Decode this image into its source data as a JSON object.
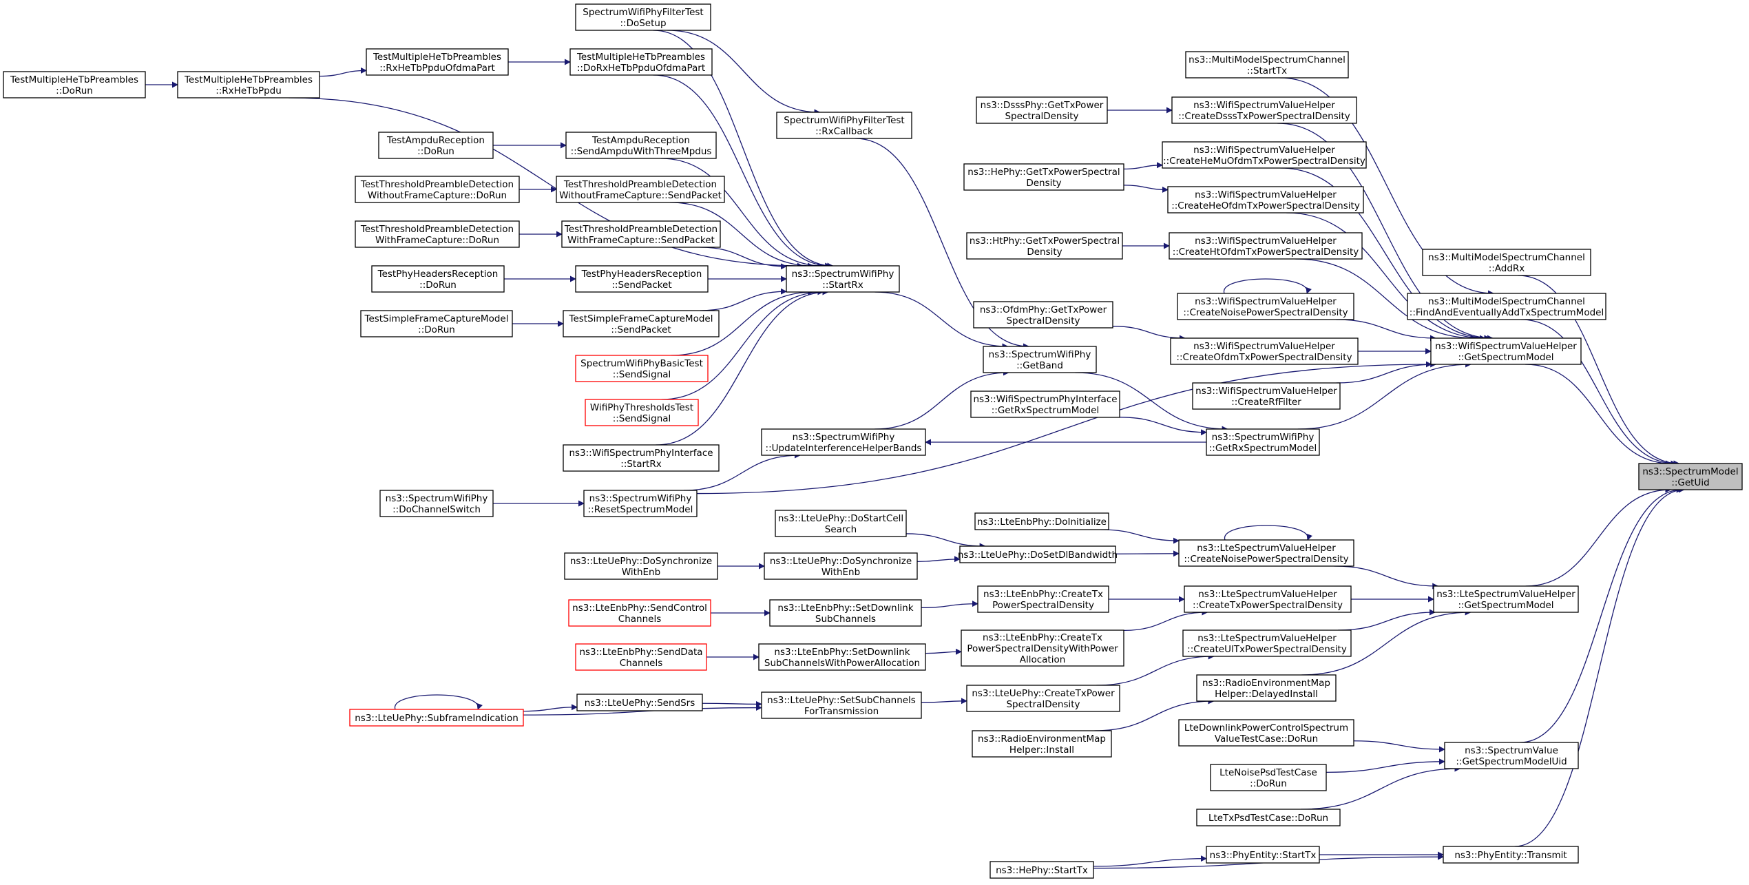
{
  "graph": {
    "nodes": {
      "n01": {
        "lines": [
          "TestMultipleHeTbPreambles",
          "::DoRun"
        ],
        "style": "normal"
      },
      "n02": {
        "lines": [
          "TestMultipleHeTbPreambles",
          "::RxHeTbPpdu"
        ],
        "style": "normal"
      },
      "n03": {
        "lines": [
          "TestMultipleHeTbPreambles",
          "::RxHeTbPpduOfdmaPart"
        ],
        "style": "normal"
      },
      "n04": {
        "lines": [
          "SpectrumWifiPhyFilterTest",
          "::DoSetup"
        ],
        "style": "normal"
      },
      "n05": {
        "lines": [
          "TestMultipleHeTbPreambles",
          "::DoRxHeTbPpduOfdmaPart"
        ],
        "style": "normal"
      },
      "n06": {
        "lines": [
          "SpectrumWifiPhyFilterTest",
          "::RxCallback"
        ],
        "style": "normal"
      },
      "n07": {
        "lines": [
          "TestAmpduReception",
          "::DoRun"
        ],
        "style": "normal"
      },
      "n08": {
        "lines": [
          "TestAmpduReception",
          "::SendAmpduWithThreeMpdus"
        ],
        "style": "normal"
      },
      "n09": {
        "lines": [
          "TestThresholdPreambleDetection",
          "WithoutFrameCapture::DoRun"
        ],
        "style": "normal"
      },
      "n10": {
        "lines": [
          "TestThresholdPreambleDetection",
          "WithoutFrameCapture::SendPacket"
        ],
        "style": "normal"
      },
      "n11": {
        "lines": [
          "TestThresholdPreambleDetection",
          "WithFrameCapture::DoRun"
        ],
        "style": "normal"
      },
      "n12": {
        "lines": [
          "TestThresholdPreambleDetection",
          "WithFrameCapture::SendPacket"
        ],
        "style": "normal"
      },
      "n13": {
        "lines": [
          "TestPhyHeadersReception",
          "::DoRun"
        ],
        "style": "normal"
      },
      "n14": {
        "lines": [
          "TestPhyHeadersReception",
          "::SendPacket"
        ],
        "style": "normal"
      },
      "n15": {
        "lines": [
          "ns3::SpectrumWifiPhy",
          "::StartRx"
        ],
        "style": "normal"
      },
      "n16": {
        "lines": [
          "TestSimpleFrameCaptureModel",
          "::DoRun"
        ],
        "style": "normal"
      },
      "n17": {
        "lines": [
          "TestSimpleFrameCaptureModel",
          "::SendPacket"
        ],
        "style": "normal"
      },
      "n18": {
        "lines": [
          "SpectrumWifiPhyBasicTest",
          "::SendSignal"
        ],
        "style": "red"
      },
      "n19": {
        "lines": [
          "WifiPhyThresholdsTest",
          "::SendSignal"
        ],
        "style": "red"
      },
      "n20": {
        "lines": [
          "ns3::WifiSpectrumPhyInterface",
          "::StartRx"
        ],
        "style": "normal"
      },
      "n21": {
        "lines": [
          "ns3::SpectrumWifiPhy",
          "::UpdateInterferenceHelperBands"
        ],
        "style": "normal"
      },
      "n22": {
        "lines": [
          "ns3::SpectrumWifiPhy",
          "::DoChannelSwitch"
        ],
        "style": "normal"
      },
      "n23": {
        "lines": [
          "ns3::SpectrumWifiPhy",
          "::ResetSpectrumModel"
        ],
        "style": "normal"
      },
      "n24": {
        "lines": [
          "ns3::SpectrumWifiPhy",
          "::GetBand"
        ],
        "style": "normal"
      },
      "n25": {
        "lines": [
          "ns3::WifiSpectrumPhyInterface",
          "::GetRxSpectrumModel"
        ],
        "style": "normal"
      },
      "n26": {
        "lines": [
          "ns3::SpectrumWifiPhy",
          "::GetRxSpectrumModel"
        ],
        "style": "normal"
      },
      "n27": {
        "lines": [
          "ns3::MultiModelSpectrumChannel",
          "::StartTx"
        ],
        "style": "normal"
      },
      "n28": {
        "lines": [
          "ns3::DsssPhy::GetTxPower",
          "SpectralDensity"
        ],
        "style": "normal"
      },
      "n29": {
        "lines": [
          "ns3::WifiSpectrumValueHelper",
          "::CreateDsssTxPowerSpectralDensity"
        ],
        "style": "normal"
      },
      "n30": {
        "lines": [
          "ns3::HePhy::GetTxPowerSpectral",
          "Density"
        ],
        "style": "normal"
      },
      "n31": {
        "lines": [
          "ns3::WifiSpectrumValueHelper",
          "::CreateHeMuOfdmTxPowerSpectralDensity"
        ],
        "style": "normal"
      },
      "n32": {
        "lines": [
          "ns3::WifiSpectrumValueHelper",
          "::CreateHeOfdmTxPowerSpectralDensity"
        ],
        "style": "normal"
      },
      "n33": {
        "lines": [
          "ns3::HtPhy::GetTxPowerSpectral",
          "Density"
        ],
        "style": "normal"
      },
      "n34": {
        "lines": [
          "ns3::WifiSpectrumValueHelper",
          "::CreateHtOfdmTxPowerSpectralDensity"
        ],
        "style": "normal"
      },
      "n35": {
        "lines": [
          "ns3::WifiSpectrumValueHelper",
          "::CreateNoisePowerSpectralDensity"
        ],
        "style": "normal"
      },
      "n36": {
        "lines": [
          "ns3::OfdmPhy::GetTxPower",
          "SpectralDensity"
        ],
        "style": "normal"
      },
      "n37": {
        "lines": [
          "ns3::WifiSpectrumValueHelper",
          "::CreateOfdmTxPowerSpectralDensity"
        ],
        "style": "normal"
      },
      "n38": {
        "lines": [
          "ns3::WifiSpectrumValueHelper",
          "::CreateRfFilter"
        ],
        "style": "normal"
      },
      "n39": {
        "lines": [
          "ns3::MultiModelSpectrumChannel",
          "::AddRx"
        ],
        "style": "normal"
      },
      "n40": {
        "lines": [
          "ns3::MultiModelSpectrumChannel",
          "::FindAndEventuallyAddTxSpectrumModel"
        ],
        "style": "normal"
      },
      "n41": {
        "lines": [
          "ns3::WifiSpectrumValueHelper",
          "::GetSpectrumModel"
        ],
        "style": "normal"
      },
      "n42": {
        "lines": [
          "ns3::SpectrumModel",
          "::GetUid"
        ],
        "style": "hl"
      },
      "n43": {
        "lines": [
          "ns3::LteUePhy::DoStartCell",
          "Search"
        ],
        "style": "normal"
      },
      "n44": {
        "lines": [
          "ns3::LteEnbPhy::DoInitialize"
        ],
        "style": "normal"
      },
      "n45": {
        "lines": [
          "ns3::LteUePhy::DoSynchronize",
          "WithEnb"
        ],
        "style": "normal"
      },
      "n46": {
        "lines": [
          "ns3::LteUePhy::DoSynchronize",
          "WithEnb"
        ],
        "style": "normal"
      },
      "n47": {
        "lines": [
          "ns3::LteUePhy::DoSetDlBandwidth"
        ],
        "style": "normal"
      },
      "n48": {
        "lines": [
          "ns3::LteSpectrumValueHelper",
          "::CreateNoisePowerSpectralDensity"
        ],
        "style": "normal"
      },
      "n49": {
        "lines": [
          "ns3::LteEnbPhy::SendControl",
          "Channels"
        ],
        "style": "red"
      },
      "n50": {
        "lines": [
          "ns3::LteEnbPhy::SetDownlink",
          "SubChannels"
        ],
        "style": "normal"
      },
      "n51": {
        "lines": [
          "ns3::LteEnbPhy::CreateTx",
          "PowerSpectralDensity"
        ],
        "style": "normal"
      },
      "n52": {
        "lines": [
          "ns3::LteSpectrumValueHelper",
          "::CreateTxPowerSpectralDensity"
        ],
        "style": "normal"
      },
      "n53": {
        "lines": [
          "ns3::LteSpectrumValueHelper",
          "::GetSpectrumModel"
        ],
        "style": "normal"
      },
      "n54": {
        "lines": [
          "ns3::LteEnbPhy::SendData",
          "Channels"
        ],
        "style": "red"
      },
      "n55": {
        "lines": [
          "ns3::LteEnbPhy::SetDownlink",
          "SubChannelsWithPowerAllocation"
        ],
        "style": "normal"
      },
      "n56": {
        "lines": [
          "ns3::LteEnbPhy::CreateTx",
          "PowerSpectralDensityWithPower",
          "Allocation"
        ],
        "style": "normal"
      },
      "n57": {
        "lines": [
          "ns3::LteSpectrumValueHelper",
          "::CreateUlTxPowerSpectralDensity"
        ],
        "style": "normal"
      },
      "n58": {
        "lines": [
          "ns3::RadioEnvironmentMap",
          "Helper::DelayedInstall"
        ],
        "style": "normal"
      },
      "n59": {
        "lines": [
          "ns3::LteUePhy::SubframeIndication"
        ],
        "style": "red"
      },
      "n60": {
        "lines": [
          "ns3::LteUePhy::SendSrs"
        ],
        "style": "normal"
      },
      "n61": {
        "lines": [
          "ns3::LteUePhy::SetSubChannels",
          "ForTransmission"
        ],
        "style": "normal"
      },
      "n62": {
        "lines": [
          "ns3::LteUePhy::CreateTxPower",
          "SpectralDensity"
        ],
        "style": "normal"
      },
      "n63": {
        "lines": [
          "ns3::RadioEnvironmentMap",
          "Helper::Install"
        ],
        "style": "normal"
      },
      "n64": {
        "lines": [
          "LteDownlinkPowerControlSpectrum",
          "ValueTestCase::DoRun"
        ],
        "style": "normal"
      },
      "n65": {
        "lines": [
          "ns3::SpectrumValue",
          "::GetSpectrumModelUid"
        ],
        "style": "normal"
      },
      "n66": {
        "lines": [
          "LteNoisePsdTestCase",
          "::DoRun"
        ],
        "style": "normal"
      },
      "n67": {
        "lines": [
          "LteTxPsdTestCase::DoRun"
        ],
        "style": "normal"
      },
      "n68": {
        "lines": [
          "ns3::HePhy::StartTx"
        ],
        "style": "normal"
      },
      "n69": {
        "lines": [
          "ns3::PhyEntity::StartTx"
        ],
        "style": "normal"
      },
      "n70": {
        "lines": [
          "ns3::PhyEntity::Transmit"
        ],
        "style": "normal"
      }
    },
    "edges": [
      [
        "n01",
        "n02"
      ],
      [
        "n02",
        "n03"
      ],
      [
        "n03",
        "n05"
      ],
      [
        "n02",
        "n15"
      ],
      [
        "n05",
        "n15"
      ],
      [
        "n04",
        "n06"
      ],
      [
        "n04",
        "n15"
      ],
      [
        "n06",
        "n24"
      ],
      [
        "n07",
        "n08"
      ],
      [
        "n08",
        "n15"
      ],
      [
        "n09",
        "n10"
      ],
      [
        "n10",
        "n15"
      ],
      [
        "n11",
        "n12"
      ],
      [
        "n12",
        "n15"
      ],
      [
        "n13",
        "n14"
      ],
      [
        "n14",
        "n15"
      ],
      [
        "n16",
        "n17"
      ],
      [
        "n17",
        "n15"
      ],
      [
        "n18",
        "n15"
      ],
      [
        "n19",
        "n15"
      ],
      [
        "n20",
        "n15"
      ],
      [
        "n15",
        "n24"
      ],
      [
        "n21",
        "n24"
      ],
      [
        "n22",
        "n23"
      ],
      [
        "n23",
        "n21"
      ],
      [
        "n23",
        "n41"
      ],
      [
        "n24",
        "n26"
      ],
      [
        "n25",
        "n26"
      ],
      [
        "n26",
        "n21"
      ],
      [
        "n26",
        "n41"
      ],
      [
        "n28",
        "n29"
      ],
      [
        "n29",
        "n41"
      ],
      [
        "n30",
        "n31"
      ],
      [
        "n30",
        "n32"
      ],
      [
        "n31",
        "n41"
      ],
      [
        "n32",
        "n41"
      ],
      [
        "n33",
        "n34"
      ],
      [
        "n34",
        "n41"
      ],
      [
        "n35",
        "n35"
      ],
      [
        "n35",
        "n41"
      ],
      [
        "n36",
        "n37"
      ],
      [
        "n37",
        "n41"
      ],
      [
        "n38",
        "n41"
      ],
      [
        "n27",
        "n40"
      ],
      [
        "n39",
        "n42"
      ],
      [
        "n40",
        "n42"
      ],
      [
        "n41",
        "n42"
      ],
      [
        "n43",
        "n47"
      ],
      [
        "n44",
        "n48"
      ],
      [
        "n45",
        "n46"
      ],
      [
        "n46",
        "n47"
      ],
      [
        "n47",
        "n48"
      ],
      [
        "n48",
        "n48"
      ],
      [
        "n48",
        "n53"
      ],
      [
        "n49",
        "n50"
      ],
      [
        "n50",
        "n51"
      ],
      [
        "n51",
        "n52"
      ],
      [
        "n52",
        "n53"
      ],
      [
        "n54",
        "n55"
      ],
      [
        "n55",
        "n56"
      ],
      [
        "n56",
        "n52"
      ],
      [
        "n59",
        "n59"
      ],
      [
        "n59",
        "n60"
      ],
      [
        "n59",
        "n61"
      ],
      [
        "n60",
        "n61"
      ],
      [
        "n61",
        "n62"
      ],
      [
        "n62",
        "n57"
      ],
      [
        "n57",
        "n53"
      ],
      [
        "n63",
        "n58"
      ],
      [
        "n58",
        "n53"
      ],
      [
        "n53",
        "n42"
      ],
      [
        "n64",
        "n65"
      ],
      [
        "n66",
        "n65"
      ],
      [
        "n67",
        "n65"
      ],
      [
        "n65",
        "n42"
      ],
      [
        "n68",
        "n69"
      ],
      [
        "n68",
        "n70"
      ],
      [
        "n69",
        "n70"
      ],
      [
        "n70",
        "n42"
      ]
    ]
  }
}
